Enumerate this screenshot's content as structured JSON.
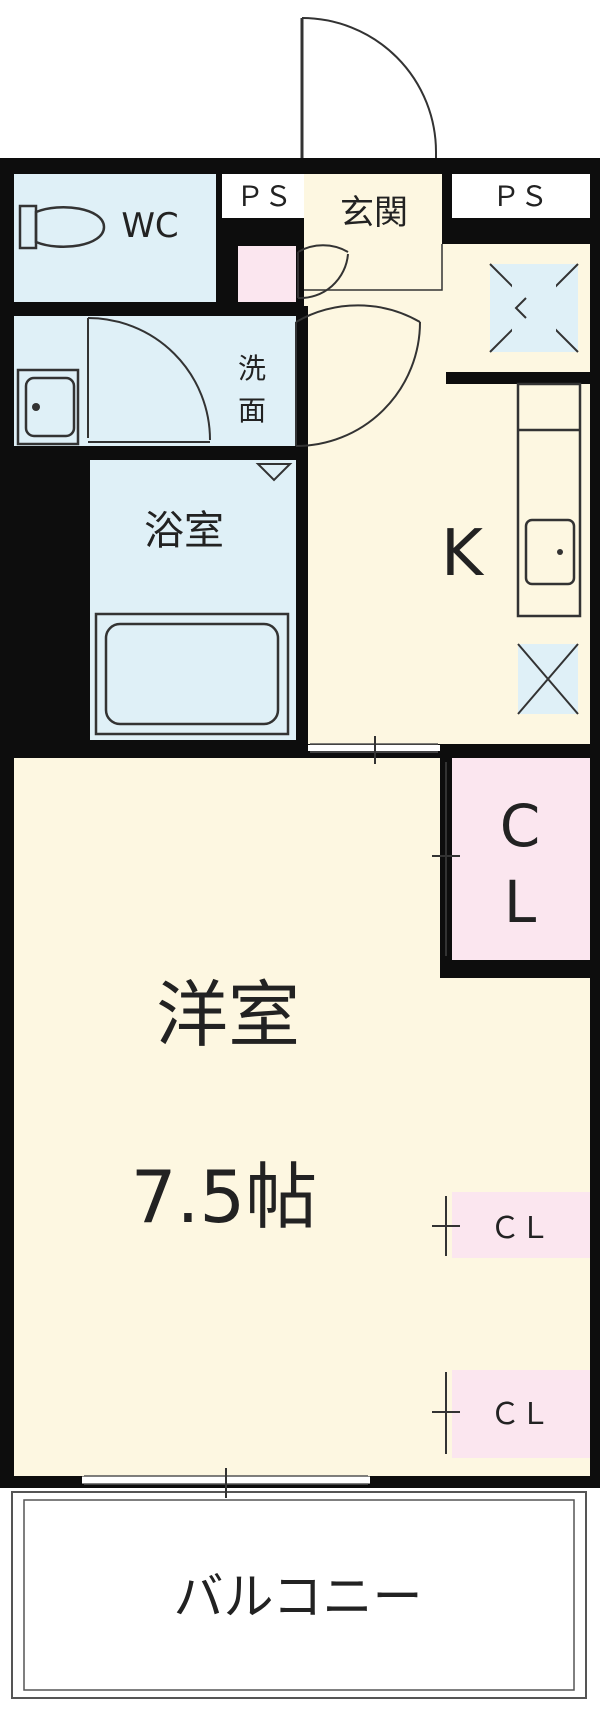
{
  "colors": {
    "wall": "#0d0d0d",
    "wet_room": "#dff0f7",
    "dry_room": "#fdf7e1",
    "closet": "#fbe6ef",
    "balcony": "#ffffff"
  },
  "rooms": {
    "wc": "WC",
    "ps_left": "ＰＳ",
    "ps_right": "ＰＳ",
    "genkan": "玄関",
    "senmen_1": "洗",
    "senmen_2": "面",
    "bath": "浴室",
    "kitchen": "K",
    "cl_big_1": "C",
    "cl_big_2": "L",
    "western_room": "洋室",
    "western_size": "7.5帖",
    "cl_mid": "ＣＬ",
    "cl_low": "ＣＬ",
    "balcony": "バルコニー"
  }
}
